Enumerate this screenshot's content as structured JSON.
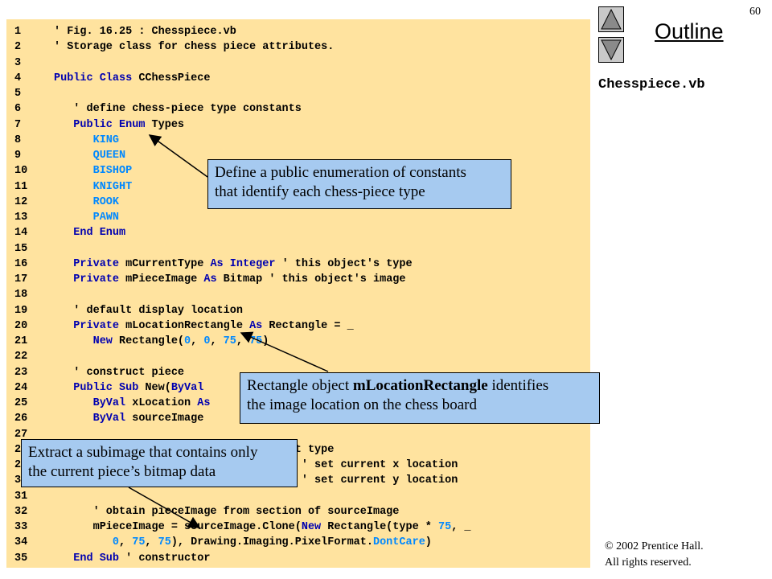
{
  "page_number": "60",
  "nav": {
    "title": "Outline",
    "file_name": "Chesspiece.vb",
    "up_icon": "triangle-up-icon",
    "down_icon": "triangle-down-icon"
  },
  "copyright": {
    "line1": "© 2002 Prentice Hall.",
    "line2": "All rights reserved."
  },
  "code_lines": [
    {
      "n": "1",
      "segs": [
        [
          "cm",
          "' Fig. 16.25 : Chesspiece.vb"
        ]
      ]
    },
    {
      "n": "2",
      "segs": [
        [
          "cm",
          "' Storage class for chess piece attributes."
        ]
      ]
    },
    {
      "n": "3",
      "segs": []
    },
    {
      "n": "4",
      "segs": [
        [
          "kw",
          "Public Class "
        ],
        [
          "id",
          "CChessPiece"
        ]
      ]
    },
    {
      "n": "5",
      "segs": []
    },
    {
      "n": "6",
      "segs": [
        [
          "cm",
          "   ' define chess-piece type constants"
        ]
      ]
    },
    {
      "n": "7",
      "segs": [
        [
          "kw",
          "   Public Enum "
        ],
        [
          "id",
          "Types"
        ]
      ]
    },
    {
      "n": "8",
      "segs": [
        [
          "nm",
          "      KING"
        ]
      ]
    },
    {
      "n": "9",
      "segs": [
        [
          "nm",
          "      QUEEN"
        ]
      ]
    },
    {
      "n": "10",
      "segs": [
        [
          "nm",
          "      BISHOP"
        ]
      ]
    },
    {
      "n": "11",
      "segs": [
        [
          "nm",
          "      KNIGHT"
        ]
      ]
    },
    {
      "n": "12",
      "segs": [
        [
          "nm",
          "      ROOK"
        ]
      ]
    },
    {
      "n": "13",
      "segs": [
        [
          "nm",
          "      PAWN"
        ]
      ]
    },
    {
      "n": "14",
      "segs": [
        [
          "kw",
          "   End Enum"
        ]
      ]
    },
    {
      "n": "15",
      "segs": []
    },
    {
      "n": "16",
      "segs": [
        [
          "kw",
          "   Private "
        ],
        [
          "id",
          "mCurrentType "
        ],
        [
          "kw",
          "As Integer "
        ],
        [
          "cm",
          "' this object's type"
        ]
      ]
    },
    {
      "n": "17",
      "segs": [
        [
          "kw",
          "   Private "
        ],
        [
          "id",
          "mPieceImage "
        ],
        [
          "kw",
          "As "
        ],
        [
          "id",
          "Bitmap "
        ],
        [
          "cm",
          "' this object's image"
        ]
      ]
    },
    {
      "n": "18",
      "segs": []
    },
    {
      "n": "19",
      "segs": [
        [
          "cm",
          "   ' default display location"
        ]
      ]
    },
    {
      "n": "20",
      "segs": [
        [
          "kw",
          "   Private "
        ],
        [
          "id",
          "mLocationRectangle "
        ],
        [
          "kw",
          "As "
        ],
        [
          "id",
          "Rectangle = _"
        ]
      ]
    },
    {
      "n": "21",
      "segs": [
        [
          "kw",
          "      New "
        ],
        [
          "id",
          "Rectangle("
        ],
        [
          "nm",
          "0"
        ],
        [
          "id",
          ", "
        ],
        [
          "nm",
          "0"
        ],
        [
          "id",
          ", "
        ],
        [
          "nm",
          "75"
        ],
        [
          "id",
          ", "
        ],
        [
          "nm",
          "75"
        ],
        [
          "id",
          ")"
        ]
      ]
    },
    {
      "n": "22",
      "segs": []
    },
    {
      "n": "23",
      "segs": [
        [
          "cm",
          "   ' construct piece"
        ]
      ]
    },
    {
      "n": "24",
      "segs": [
        [
          "kw",
          "   Public Sub "
        ],
        [
          "id",
          "New("
        ],
        [
          "kw",
          "ByVal"
        ]
      ]
    },
    {
      "n": "25",
      "segs": [
        [
          "kw",
          "      ByVal "
        ],
        [
          "id",
          "xLocation "
        ],
        [
          "kw",
          "As"
        ]
      ]
    },
    {
      "n": "26",
      "segs": [
        [
          "kw",
          "      ByVal "
        ],
        [
          "id",
          "sourceImage"
        ]
      ]
    },
    {
      "n": "27",
      "segs": []
    },
    {
      "n": "28",
      "segs": [
        [
          "cm",
          "                               current type"
        ]
      ]
    },
    {
      "n": "29",
      "segs": [
        [
          "id",
          "                              ocation "
        ],
        [
          "cm",
          "' set current x location"
        ]
      ]
    },
    {
      "n": "30",
      "segs": [
        [
          "id",
          "                              ocation "
        ],
        [
          "cm",
          "' set current y location"
        ]
      ]
    },
    {
      "n": "31",
      "segs": []
    },
    {
      "n": "32",
      "segs": [
        [
          "cm",
          "      ' obtain pieceImage from section of sourceImage"
        ]
      ]
    },
    {
      "n": "33",
      "segs": [
        [
          "id",
          "      mPieceImage = sourceImage.Clone("
        ],
        [
          "kw",
          "New "
        ],
        [
          "id",
          "Rectangle(type * "
        ],
        [
          "nm",
          "75"
        ],
        [
          "id",
          ", _"
        ]
      ]
    },
    {
      "n": "34",
      "segs": [
        [
          "nm",
          "         0"
        ],
        [
          "id",
          ", "
        ],
        [
          "nm",
          "75"
        ],
        [
          "id",
          ", "
        ],
        [
          "nm",
          "75"
        ],
        [
          "id",
          "), Drawing.Imaging.PixelFormat."
        ],
        [
          "nm",
          "DontCare"
        ],
        [
          "id",
          ")"
        ]
      ]
    },
    {
      "n": "35",
      "segs": [
        [
          "kw",
          "   End Sub "
        ],
        [
          "cm",
          "' constructor"
        ]
      ]
    }
  ],
  "callouts": {
    "enum": {
      "line1": "Define a public enumeration of constants",
      "line2": "that identify each chess-piece type"
    },
    "rect": {
      "line1_pre": "Rectangle object ",
      "line1_bold": "mLocationRectangle",
      "line1_post": " identifies",
      "line2": "the image location on the chess board"
    },
    "sub": {
      "line1": "Extract a subimage that contains only",
      "line2": "the current piece’s bitmap data"
    }
  }
}
